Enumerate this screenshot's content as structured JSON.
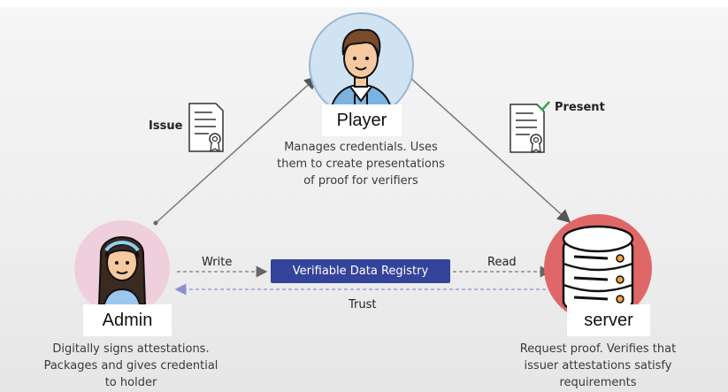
{
  "nodes": {
    "player": {
      "label": "Player",
      "description": "Manages credentials. Uses\nthem to create presentations\nof proof for verifiers"
    },
    "admin": {
      "label": "Admin",
      "description": "Digitally signs attestations.\nPackages and gives credential\nto holder"
    },
    "server": {
      "label": "server",
      "description": "Request proof. Verifies that\nissuer attestations satisfy\nrequirements"
    }
  },
  "edges": {
    "issue": "Issue",
    "present": "Present",
    "write": "Write",
    "read": "Read",
    "trust": "Trust"
  },
  "registry": {
    "label": "Verifiable Data Registry"
  },
  "icons": {
    "player": "person-with-hoodie-icon",
    "admin": "woman-with-headband-icon",
    "server": "database-server-icon",
    "issue": "certificate-document-icon",
    "present": "verified-certificate-document-icon"
  },
  "colors": {
    "registry": "#34449a",
    "server_circle": "#e06767",
    "admin_circle": "#f0cfdc",
    "player_circle": "#cfe3f3",
    "trust_line": "#8a8fd6",
    "present_check": "#3aa54a"
  }
}
